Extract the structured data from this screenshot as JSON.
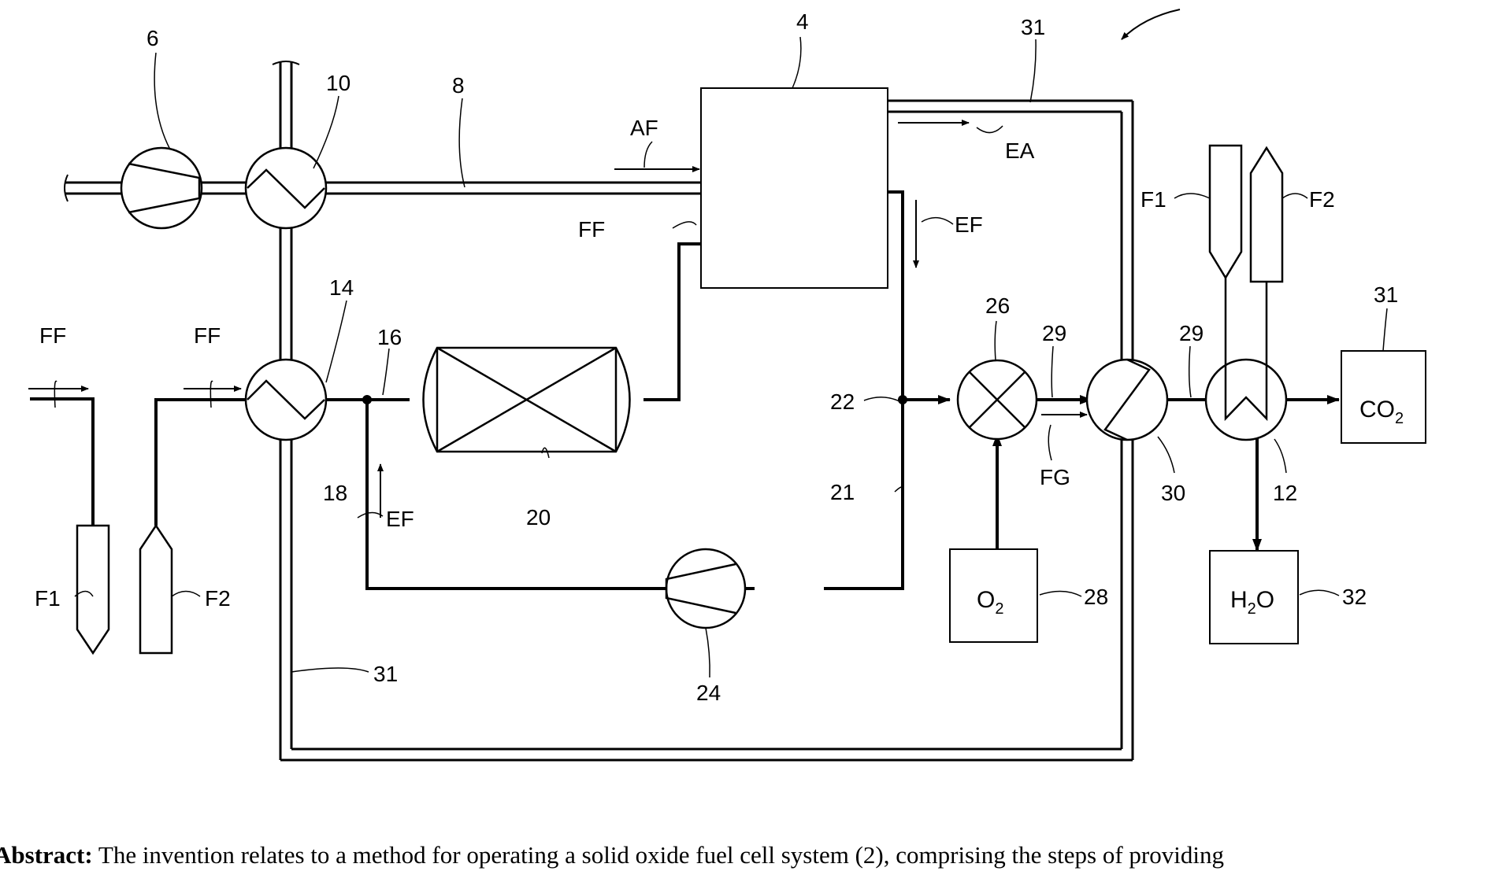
{
  "labels": {
    "ref_4": "4",
    "ref_6": "6",
    "ref_8": "8",
    "ref_10": "10",
    "ref_12": "12",
    "ref_14": "14",
    "ref_16": "16",
    "ref_18": "18",
    "ref_20": "20",
    "ref_21": "21",
    "ref_22": "22",
    "ref_24": "24",
    "ref_26": "26",
    "ref_28": "28",
    "ref_29a": "29",
    "ref_29b": "29",
    "ref_30": "30",
    "ref_31_top": "31",
    "ref_31_left": "31",
    "ref_31_co2": "31",
    "ref_32": "32",
    "af": "AF",
    "ea": "EA",
    "ff_cell": "FF",
    "ef_top": "EF",
    "ef_bottom": "EF",
    "fg": "FG",
    "ff_left1": "FF",
    "ff_left2": "FF",
    "f1_left": "F1",
    "f2_left": "F2",
    "f1_right": "F1",
    "f2_right": "F2"
  },
  "boxes": {
    "co2": {
      "main": "CO",
      "sub": "2"
    },
    "h2o": {
      "pre": "H",
      "sub": "2",
      "post": "O"
    },
    "o2": {
      "pre": "O",
      "sub": "2"
    }
  },
  "abstract": {
    "heading": "Abstract:",
    "text": " The invention relates to a method for operating a solid oxide fuel cell system (2), comprising the steps of providing"
  }
}
